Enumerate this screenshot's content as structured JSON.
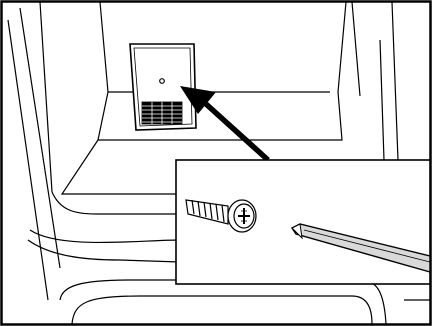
{
  "figure": {
    "style": "black line drawing on white",
    "colors": {
      "line": "#000000",
      "background": "#ffffff",
      "shading": "#d9d9d9"
    },
    "elements": {
      "outer_frame": "outer-frame",
      "cabinet": "cabinet-interior",
      "control_panel": "control-panel",
      "pinhole": "pinhole",
      "keypad": "keypad-grid",
      "arrow": "pointer-arrow",
      "inset": "detail-inset",
      "screw": "screw-icon",
      "screwdriver": "flathead-screwdriver-icon"
    }
  }
}
